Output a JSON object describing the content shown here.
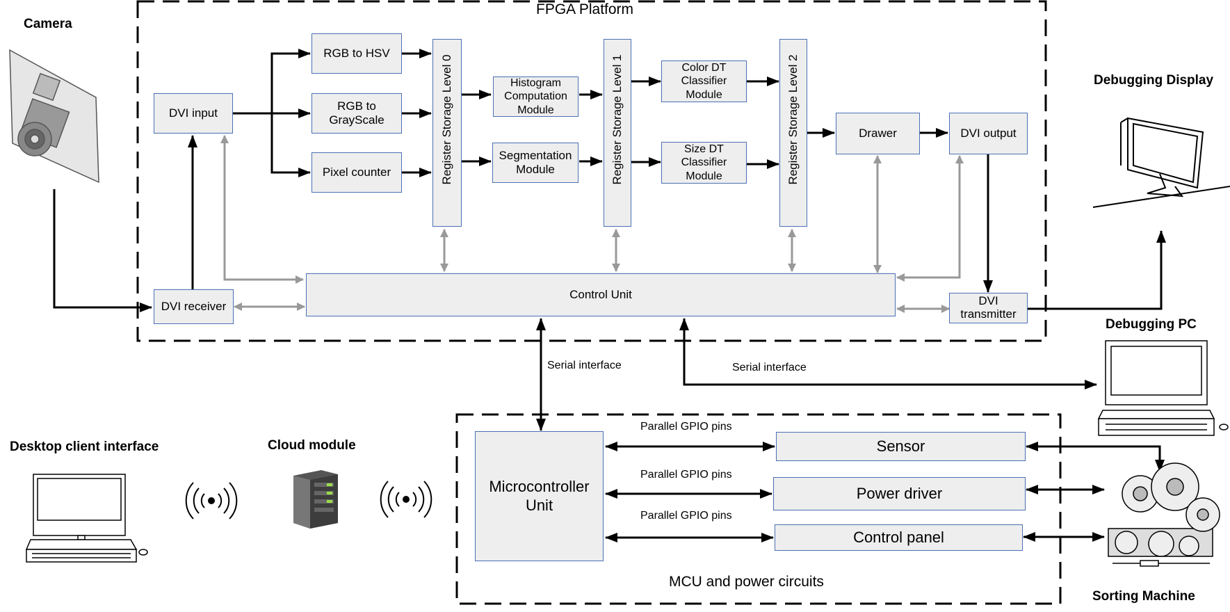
{
  "fpga": {
    "title": "FPGA Platform",
    "dvi_input": "DVI input",
    "rgb_hsv": "RGB to HSV",
    "rgb_gray_1": "RGB to",
    "rgb_gray_2": "GrayScale",
    "pixel_counter": "Pixel counter",
    "reg0": "Register Storage Level 0",
    "reg1": "Register Storage Level 1",
    "reg2": "Register Storage Level 2",
    "hist_1": "Histogram",
    "hist_2": "Computation",
    "hist_3": "Module",
    "seg_1": "Segmentation",
    "seg_2": "Module",
    "color_1": "Color DT",
    "color_2": "Classifier",
    "color_3": "Module",
    "size_1": "Size DT",
    "size_2": "Classifier",
    "size_3": "Module",
    "drawer": "Drawer",
    "dvi_output": "DVI output",
    "control_unit": "Control Unit",
    "dvi_receiver": "DVI receiver",
    "dvi_tx_1": "DVI",
    "dvi_tx_2": "transmitter"
  },
  "external": {
    "camera": "Camera",
    "debug_display": "Debugging Display",
    "debug_pc": "Debugging PC",
    "desktop_client": "Desktop client interface",
    "cloud_module": "Cloud module",
    "sorting_machine": "Sorting Machine"
  },
  "links": {
    "serial_1": "Serial interface",
    "serial_2": "Serial interface",
    "gpio_1": "Parallel GPIO pins",
    "gpio_2": "Parallel GPIO pins",
    "gpio_3": "Parallel GPIO pins"
  },
  "mcu": {
    "title": "MCU and power circuits",
    "mcu_1": "Microcontroller",
    "mcu_2": "Unit",
    "sensor": "Sensor",
    "power_driver": "Power driver",
    "control_panel": "Control panel"
  },
  "colors": {
    "box_fill": "#eeeeee",
    "box_border": "#4a6fb5",
    "arrow_black": "#000000",
    "arrow_gray": "#999999"
  }
}
